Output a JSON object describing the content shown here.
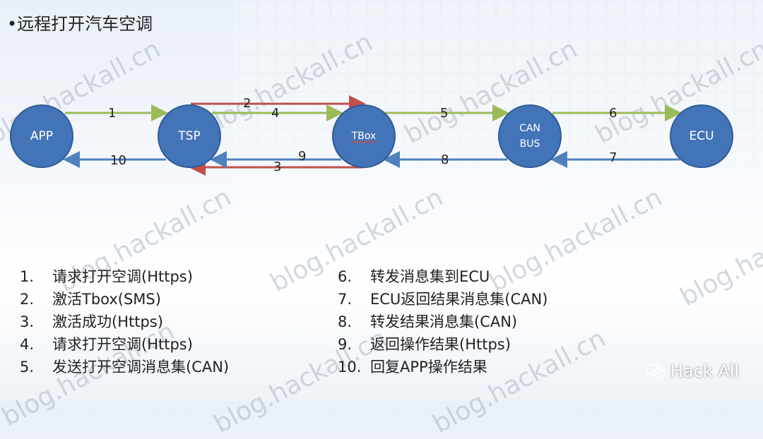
{
  "title": "•远程打开汽车空调",
  "nodes": {
    "app": "APP",
    "tsp": "TSP",
    "tbox": "TBox",
    "can_line1": "CAN",
    "can_line2": "BUS",
    "ecu": "ECU"
  },
  "arrow_labels": {
    "a1": "1",
    "a2": "2",
    "a3": "3",
    "a4": "4",
    "a5": "5",
    "a6": "6",
    "a7": "7",
    "a8": "8",
    "a9": "9",
    "a10": "10"
  },
  "colors": {
    "forward": "#9bbb59",
    "return": "#4f81bd",
    "sms": "#c0504d",
    "node": "#4474b8"
  },
  "steps_left": [
    {
      "num": "1.",
      "text": "请求打开空调(Https)"
    },
    {
      "num": "2.",
      "text": "激活Tbox(SMS)"
    },
    {
      "num": "3.",
      "text": "激活成功(Https)"
    },
    {
      "num": "4.",
      "text": "请求打开空调(Https)"
    },
    {
      "num": "5.",
      "text": "发送打开空调消息集(CAN)"
    }
  ],
  "steps_right": [
    {
      "num": "6.",
      "text": "转发消息集到ECU"
    },
    {
      "num": "7.",
      "text": "ECU返回结果消息集(CAN)"
    },
    {
      "num": "8.",
      "text": "转发结果消息集(CAN)"
    },
    {
      "num": "9.",
      "text": "返回操作结果(Https)"
    },
    {
      "num": "10.",
      "text": "回复APP操作结果"
    }
  ],
  "watermark": "blog.hackall.cn",
  "brand": "Hack All"
}
